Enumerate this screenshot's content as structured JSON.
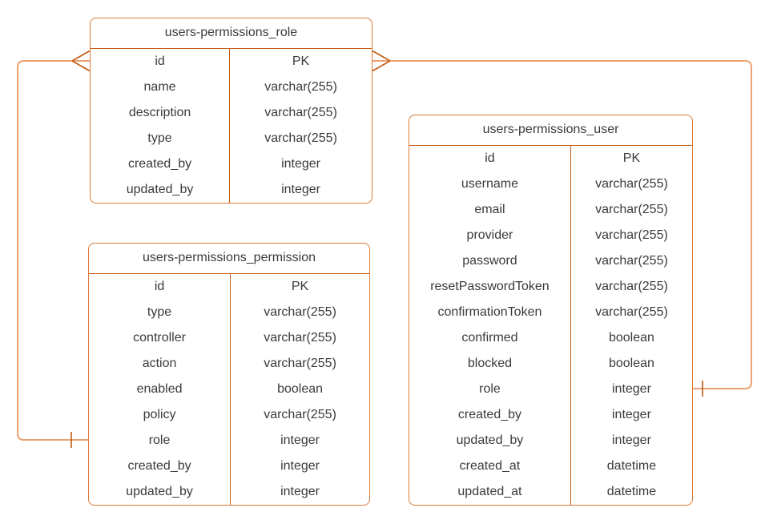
{
  "diagram": {
    "type": "entity-relationship",
    "notation": "crows-foot",
    "colors": {
      "table_border": "#DC7A35",
      "table_divider": "#C65B12",
      "connector_line": "#EBA273",
      "cardinality_marker": "#C05A14",
      "text": "#3a3a3a",
      "background": "#ffffff"
    },
    "tables": [
      {
        "name": "users-permissions_role",
        "fields": [
          {
            "name": "id",
            "type": "PK"
          },
          {
            "name": "name",
            "type": "varchar(255)"
          },
          {
            "name": "description",
            "type": "varchar(255)"
          },
          {
            "name": "type",
            "type": "varchar(255)"
          },
          {
            "name": "created_by",
            "type": "integer"
          },
          {
            "name": "updated_by",
            "type": "integer"
          }
        ]
      },
      {
        "name": "users-permissions_permission",
        "fields": [
          {
            "name": "id",
            "type": "PK"
          },
          {
            "name": "type",
            "type": "varchar(255)"
          },
          {
            "name": "controller",
            "type": "varchar(255)"
          },
          {
            "name": "action",
            "type": "varchar(255)"
          },
          {
            "name": "enabled",
            "type": "boolean"
          },
          {
            "name": "policy",
            "type": "varchar(255)"
          },
          {
            "name": "role",
            "type": "integer"
          },
          {
            "name": "created_by",
            "type": "integer"
          },
          {
            "name": "updated_by",
            "type": "integer"
          }
        ]
      },
      {
        "name": "users-permissions_user",
        "fields": [
          {
            "name": "id",
            "type": "PK"
          },
          {
            "name": "username",
            "type": "varchar(255)"
          },
          {
            "name": "email",
            "type": "varchar(255)"
          },
          {
            "name": "provider",
            "type": "varchar(255)"
          },
          {
            "name": "password",
            "type": "varchar(255)"
          },
          {
            "name": "resetPasswordToken",
            "type": "varchar(255)"
          },
          {
            "name": "confirmationToken",
            "type": "varchar(255)"
          },
          {
            "name": "confirmed",
            "type": "boolean"
          },
          {
            "name": "blocked",
            "type": "boolean"
          },
          {
            "name": "role",
            "type": "integer"
          },
          {
            "name": "created_by",
            "type": "integer"
          },
          {
            "name": "updated_by",
            "type": "integer"
          },
          {
            "name": "created_at",
            "type": "datetime"
          },
          {
            "name": "updated_at",
            "type": "datetime"
          }
        ]
      }
    ],
    "relationships": [
      {
        "from_table": "users-permissions_role",
        "from_field": "id",
        "from_cardinality": "many",
        "to_table": "users-permissions_permission",
        "to_field": "role",
        "to_cardinality": "one",
        "route": "left-side"
      },
      {
        "from_table": "users-permissions_role",
        "from_field": "id",
        "from_cardinality": "many",
        "to_table": "users-permissions_user",
        "to_field": "role",
        "to_cardinality": "one",
        "route": "right-side"
      }
    ]
  }
}
